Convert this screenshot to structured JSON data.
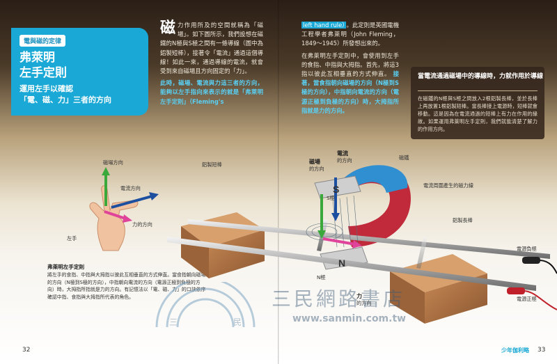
{
  "title_card": {
    "tag": "電與磁的定律",
    "title_line1": "弗萊明",
    "title_line2": "左手定則",
    "sub_line1": "運用左手以確認",
    "sub_line2": "「電、磁、力」三者的方向"
  },
  "col1": {
    "dropcap": "磁",
    "p1": "力作用所及的空間就稱為「磁場」。如下圖所示，我們設想在磁鐵的N極與S極之間有一條導線（圖中為鋁製短棒），接著令「電流」通過這個導線！如此一來，通過導線的電流，就會受到來自磁場且方向固定的「力」。",
    "p2a": "此時，磁場、電流與力這三者的方向，能夠以左手指向來表示的就是「弗萊明左手定則」（Fleming's"
  },
  "col2": {
    "p2b": "left hand rule）",
    "p2c": "。此定則是英國電機工程學者弗萊明（John Fleming，1849～1945）所發想出來的。",
    "p3a": "在弗萊明左手定則中，會使用到左手的食指、中指與大拇指。首先，將這3指以彼此互相垂直的方式伸直。",
    "p3b": "接著，當食指朝向磁場的方向（N極到S極的方向），中指朝向電流的方向（電源正極到負極的方向）時，大拇指所指就是力的方向。"
  },
  "infobox": {
    "title": "當電流通過磁場中的導線時，力就作用於導線",
    "body": "在磁鐵的N極與S極之間放入2根鋁製長棒，並於長棒上再放置1根鋁製短棒。當長棒接上電源時，短棒就會移動。這是因為在電流通過的短棒上有力在作用的緣故。如果運用弗萊明左手定則，我們就能清楚了解力的作用方向。"
  },
  "hand": {
    "field_label": "磁場方向",
    "current_label": "電流方向",
    "force_label": "力的方向",
    "left_hand": "左手"
  },
  "caption": {
    "title": "弗萊明左手定則",
    "body": "將左手的食指、中指與大拇指以彼此互相垂直的方式伸直。當食指朝向磁場的方向（N極到S極的方向），中指朝向電流的方向（電源正極到負極的方向）時，大拇指所指就是力的方向。有記憶法以「電、磁、力」的口訣依序確認中指、食指與大拇指所代表的角色。"
  },
  "diagram": {
    "short_rod": "鋁製短棒",
    "field_dir_1": "磁場",
    "field_dir_2": "的方向",
    "current_dir_1": "電流",
    "current_dir_2": "的方向",
    "magnet": "磁鐵",
    "s_pole": "S極",
    "n_pole": "N極",
    "circular_field": "電流周圍產生的磁力線",
    "long_rod": "鋁製長棒",
    "force_1": "力",
    "force_2": "的方向",
    "neg_terminal": "電源負極",
    "pos_terminal": "電源正極",
    "s_letter": "S",
    "n_letter": "N"
  },
  "watermark": {
    "text": "三民網路書店",
    "url": "www.sanmin.com.tw",
    "logo_left": "三",
    "logo_right": "民"
  },
  "page": {
    "left": "32",
    "right": "33",
    "footer": "少年伽利略"
  },
  "colors": {
    "accent": "#1aa9d6",
    "field_arrow": "#3aa83a",
    "current_arrow": "#1d4fa0",
    "force_arrow": "#e0449a"
  }
}
